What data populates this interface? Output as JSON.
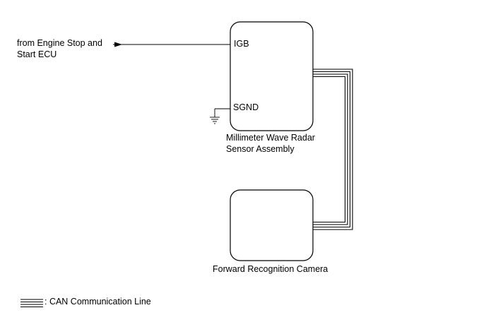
{
  "source": {
    "line1": "from Engine Stop and",
    "line2": "Start ECU"
  },
  "radar": {
    "line1": "Millimeter Wave Radar",
    "line2": "Sensor Assembly",
    "pin_igb": "IGB",
    "pin_sgnd": "SGND"
  },
  "camera": {
    "label": "Forward Recognition Camera"
  },
  "legend": {
    "label": ": CAN Communication Line"
  }
}
